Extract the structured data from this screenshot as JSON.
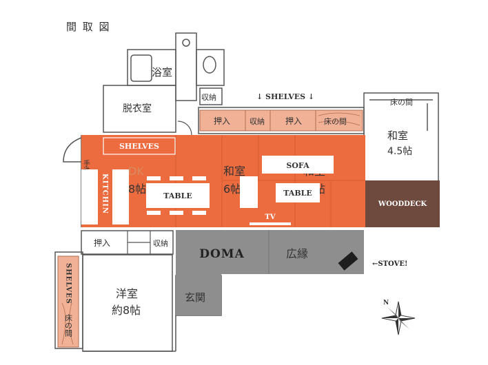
{
  "title": "間 取 図",
  "rooms": {
    "bath": "浴室",
    "dressing": "脱衣室",
    "storage_top": "収納",
    "closet_a": "押入",
    "storage_a": "収納",
    "closet_b": "押入",
    "tokonoma_top": "床の間",
    "washitsu_right": "和室",
    "washitsu_right_size": "4.5帖",
    "tokonoma_right": "床の間",
    "handwash": "手洗",
    "dk_faint": "DK",
    "dk_size_faint": "8帖",
    "washitsu_mid": "和室",
    "washitsu_mid_size": "6帖",
    "washitsu_east": "和室",
    "washitsu_east_size": "帖",
    "closet_c": "押入",
    "storage_c": "収納",
    "hiroen": "広縁",
    "genkan": "玄関",
    "youshitsu": "洋室",
    "youshitsu_size": "約8帖",
    "tokonoma_left": "床の間"
  },
  "labels": {
    "shelves_top": "↓ SHELVES ↓",
    "shelves_box": "SHELVES",
    "kitchen": "KITCHIN",
    "table_left": "TABLE",
    "sofa": "SOFA",
    "table_right": "TABLE",
    "tv": "TV",
    "wooddeck": "WOODDECK",
    "doma": "DOMA",
    "stove": "←STOVE!",
    "shelves_left": "SHELVES",
    "compass": "N"
  },
  "colors": {
    "orange": "#ec6b3f",
    "peach": "#f0b196",
    "gray": "#8e8e8e",
    "brown": "#6e4a3e",
    "line": "#555555"
  }
}
